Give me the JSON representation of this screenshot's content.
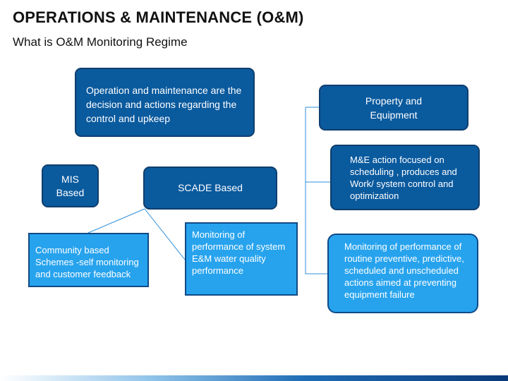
{
  "header": {
    "title": "OPERATIONS & MAINTENANCE (O&M)",
    "subtitle": "What is O&M Monitoring Regime"
  },
  "diagram": {
    "definition": "Operation and maintenance are the decision and actions regarding the control and upkeep",
    "mis": "MIS Based",
    "scade": "SCADE Based",
    "community": "Community based Schemes -self monitoring and customer feedback",
    "monitoring_system": "Monitoring of performance of system E&M water quality performance",
    "property": "Property and Equipment",
    "me_action": "M&E action focused on scheduling , produces and Work/ system control and optimization",
    "monitoring_routine": "Monitoring of performance of routine preventive, predictive, scheduled and unscheduled actions aimed at preventing equipment failure"
  },
  "colors": {
    "dark_box": "#0a5a9e",
    "light_box": "#27a3ee",
    "connector": "#2f8fd8"
  }
}
